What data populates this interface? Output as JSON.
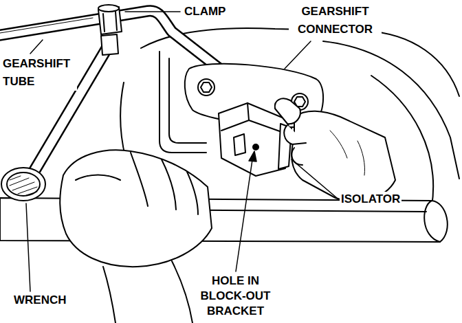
{
  "diagram": {
    "labels": [
      "CLAMP",
      "GEARSHIFT CONNECTOR",
      "GEARSHIFT TUBE",
      "ISOLATOR",
      "WRENCH",
      "HOLE IN BLOCK-OUT BRACKET"
    ]
  }
}
